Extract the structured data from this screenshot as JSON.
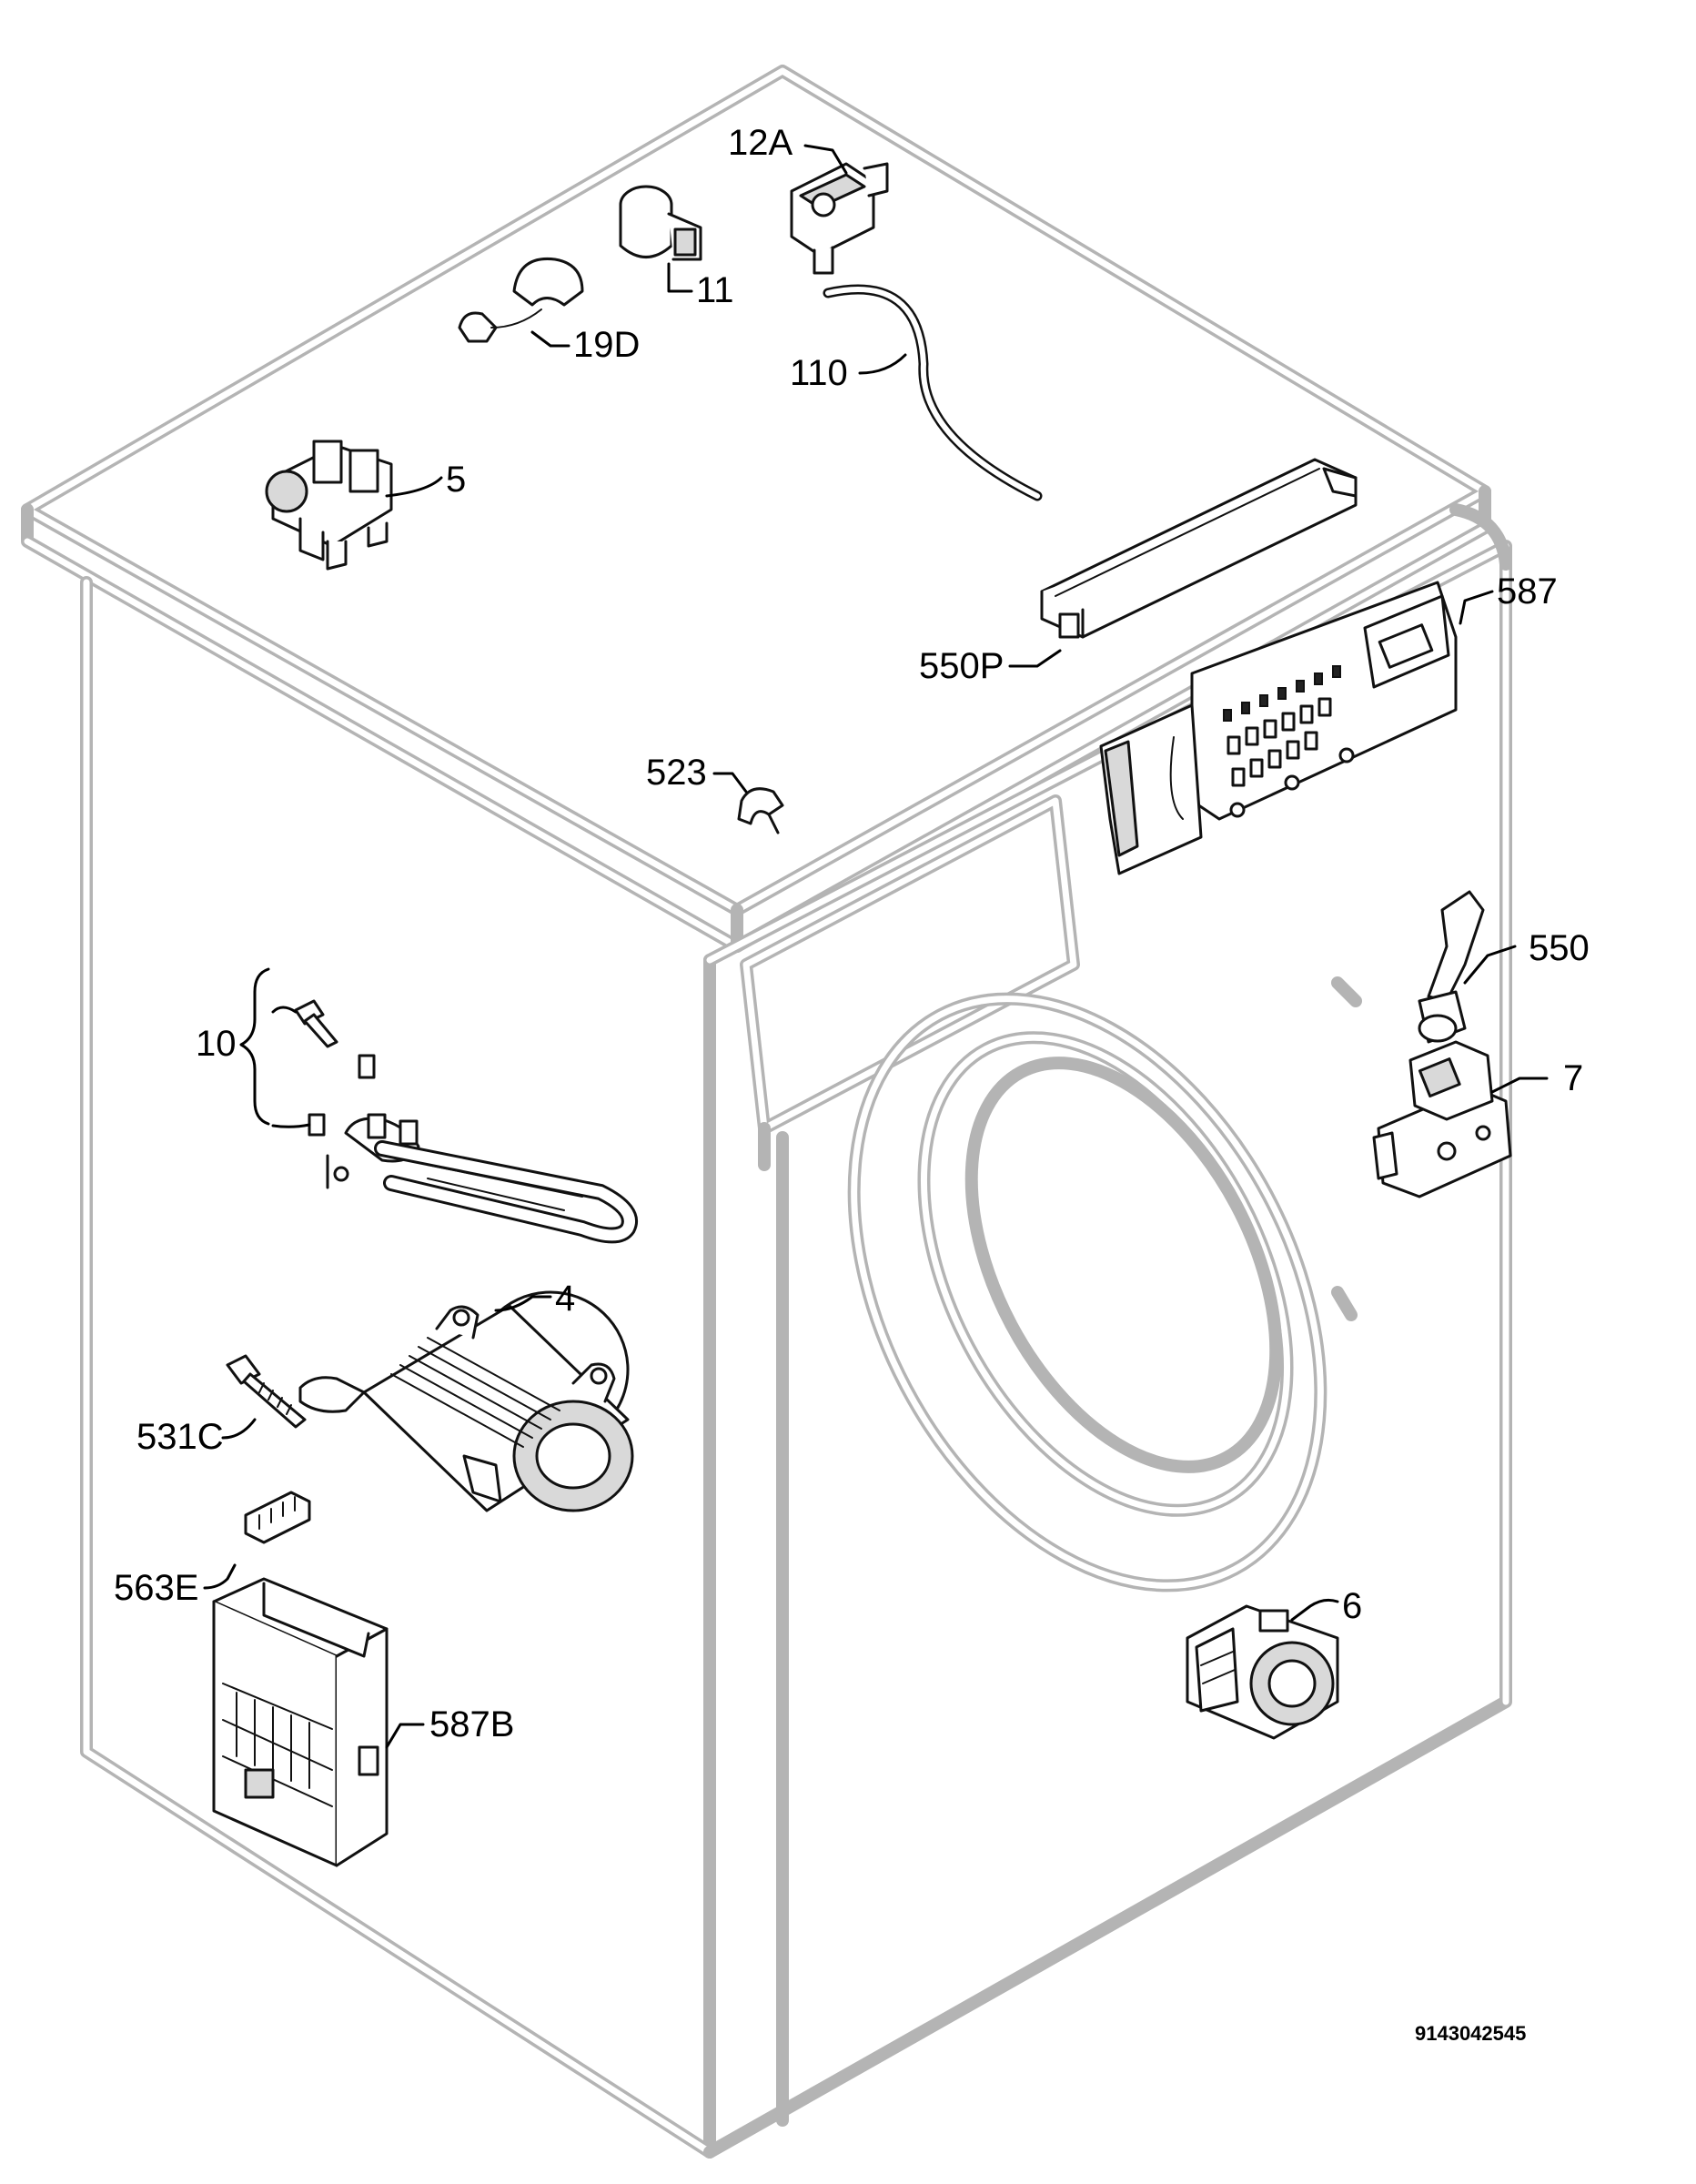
{
  "diagram_code": "9143042545",
  "labels": {
    "p12A": "12A",
    "p11": "11",
    "p19D": "19D",
    "p110": "110",
    "p5": "5",
    "p587": "587",
    "p550P": "550P",
    "p523": "523",
    "p550": "550",
    "p7": "7",
    "p10": "10",
    "p4": "4",
    "p531C": "531C",
    "p563E": "563E",
    "p587B": "587B",
    "p6": "6"
  }
}
